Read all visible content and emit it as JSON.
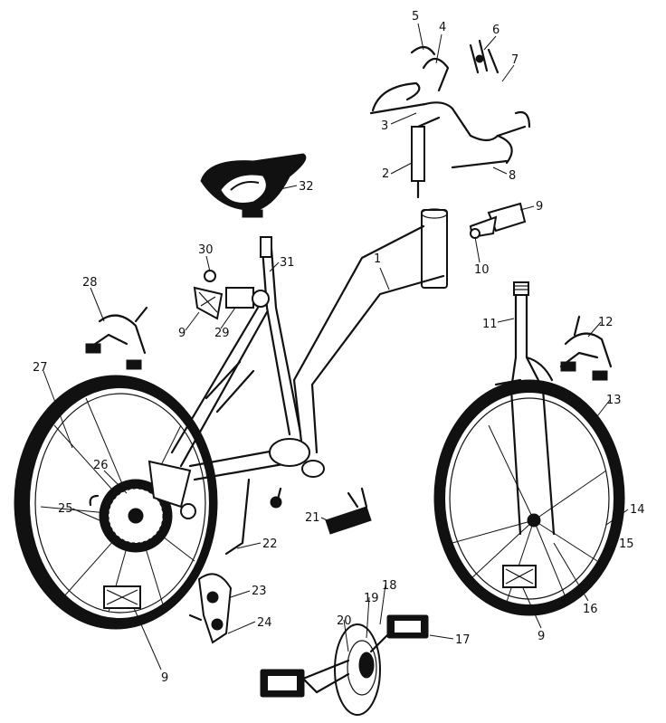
{
  "callouts": [
    {
      "id": "c1",
      "text": "1"
    },
    {
      "id": "c2",
      "text": "2"
    },
    {
      "id": "c3",
      "text": "3"
    },
    {
      "id": "c4",
      "text": "4"
    },
    {
      "id": "c5",
      "text": "5"
    },
    {
      "id": "c6",
      "text": "6"
    },
    {
      "id": "c7",
      "text": "7"
    },
    {
      "id": "c8",
      "text": "8"
    },
    {
      "id": "c9a",
      "text": "9"
    },
    {
      "id": "c10",
      "text": "10"
    },
    {
      "id": "c11",
      "text": "11"
    },
    {
      "id": "c12",
      "text": "12"
    },
    {
      "id": "c13",
      "text": "13"
    },
    {
      "id": "c14",
      "text": "14"
    },
    {
      "id": "c15",
      "text": "15"
    },
    {
      "id": "c16",
      "text": "16"
    },
    {
      "id": "c9b",
      "text": "9"
    },
    {
      "id": "c17",
      "text": "17"
    },
    {
      "id": "c18",
      "text": "18"
    },
    {
      "id": "c19",
      "text": "19"
    },
    {
      "id": "c20",
      "text": "20"
    },
    {
      "id": "c21",
      "text": "21"
    },
    {
      "id": "c22",
      "text": "22"
    },
    {
      "id": "c23",
      "text": "23"
    },
    {
      "id": "c24",
      "text": "24"
    },
    {
      "id": "c9c",
      "text": "9"
    },
    {
      "id": "c25",
      "text": "25"
    },
    {
      "id": "c26",
      "text": "26"
    },
    {
      "id": "c27",
      "text": "27"
    },
    {
      "id": "c28",
      "text": "28"
    },
    {
      "id": "c9d",
      "text": "9"
    },
    {
      "id": "c29",
      "text": "29"
    },
    {
      "id": "c30",
      "text": "30"
    },
    {
      "id": "c31",
      "text": "31"
    },
    {
      "id": "c32",
      "text": "32"
    }
  ]
}
